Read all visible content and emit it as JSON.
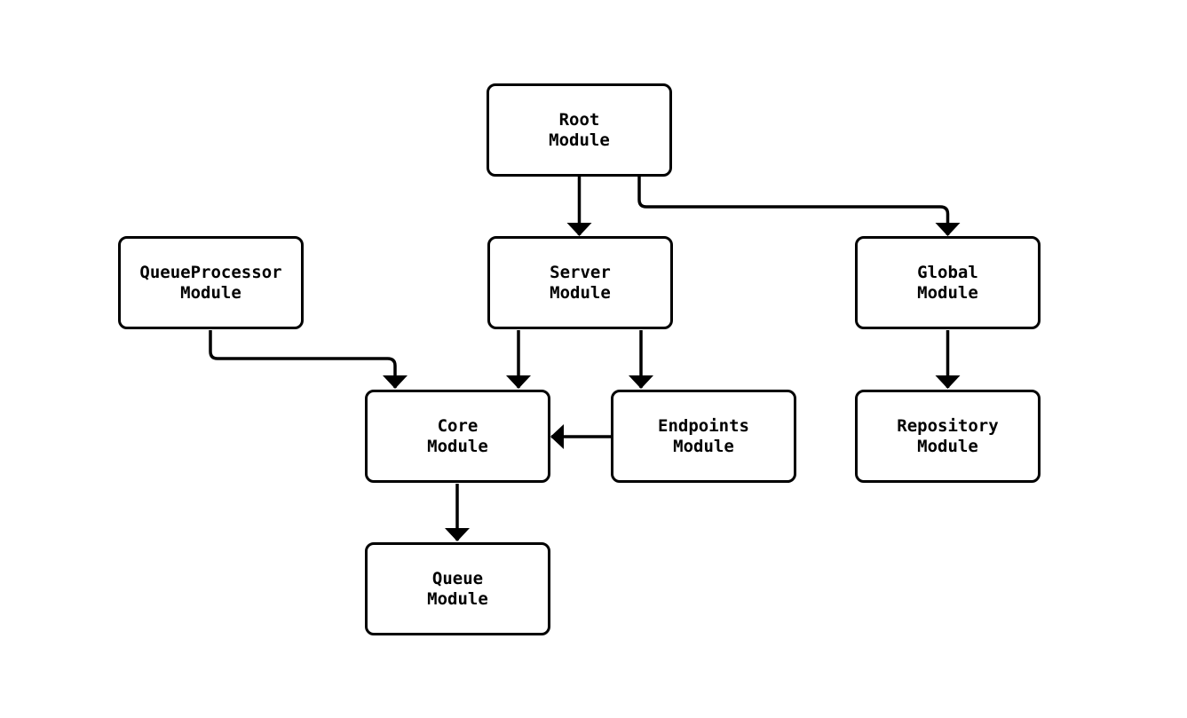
{
  "diagram": {
    "type": "flowchart",
    "nodes": {
      "root": {
        "label": "Root\nModule"
      },
      "queueprocessor": {
        "label": "QueueProcessor\nModule"
      },
      "server": {
        "label": "Server\nModule"
      },
      "global": {
        "label": "Global\nModule"
      },
      "core": {
        "label": "Core\nModule"
      },
      "endpoints": {
        "label": "Endpoints\nModule"
      },
      "repository": {
        "label": "Repository\nModule"
      },
      "queue": {
        "label": "Queue\nModule"
      }
    },
    "edges": [
      {
        "from": "root",
        "to": "server",
        "style": "arrow"
      },
      {
        "from": "root",
        "to": "global",
        "style": "arrow"
      },
      {
        "from": "queueprocessor",
        "to": "core",
        "style": "arrow"
      },
      {
        "from": "server",
        "to": "core",
        "style": "arrow"
      },
      {
        "from": "server",
        "to": "endpoints",
        "style": "arrow"
      },
      {
        "from": "endpoints",
        "to": "core",
        "style": "arrow"
      },
      {
        "from": "core",
        "to": "queue",
        "style": "arrow"
      },
      {
        "from": "global",
        "to": "repository",
        "style": "arrow"
      }
    ],
    "colors": {
      "line": "#000000",
      "node_fill": "#ffffff",
      "text": "#000000",
      "background": "#ffffff"
    }
  }
}
